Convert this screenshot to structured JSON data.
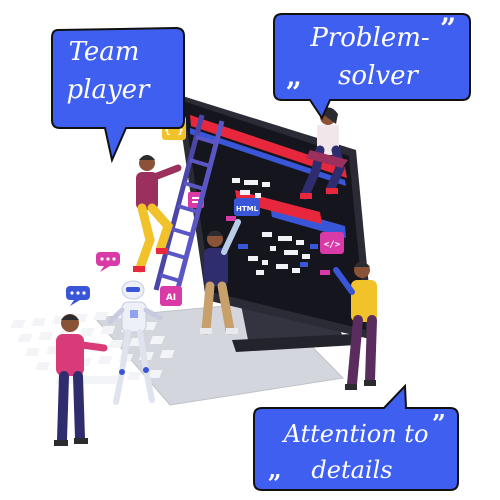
{
  "bubbles": {
    "team_player": {
      "line1": "Team",
      "line2": "player"
    },
    "problem_solver": {
      "line1": "Problem-",
      "line2": "solver"
    },
    "attention": {
      "line1": "Attention to",
      "line2": "details"
    }
  },
  "screen": {
    "code_tag_html": "HTML",
    "code_tag_brackets": "{ }",
    "code_tag_slash": "</>",
    "robot_badge": "AI"
  },
  "colors": {
    "bubble_blue": "#3f5ff0",
    "monitor_dark": "#1c1c25",
    "screen_red": "#e8273c",
    "screen_blue": "#3a56d8",
    "accent_yellow": "#f2c22a",
    "accent_pink": "#d93aa7"
  }
}
